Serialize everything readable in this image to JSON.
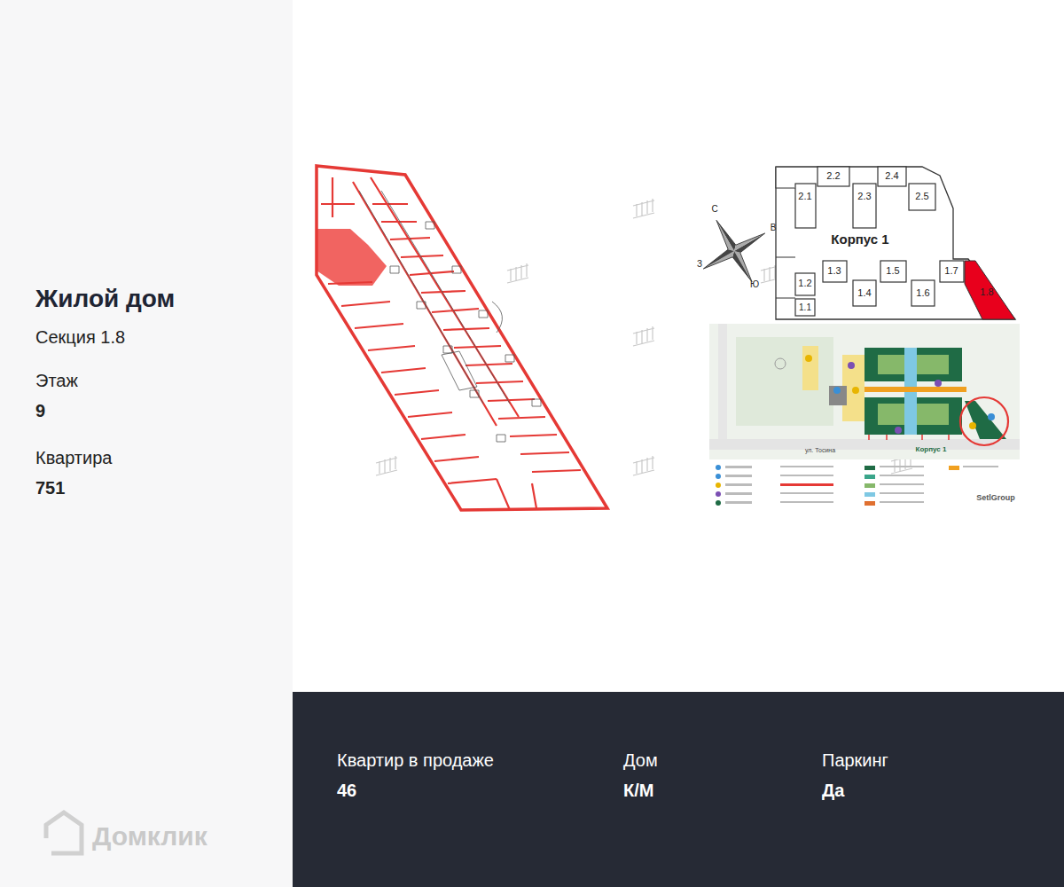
{
  "diagram": {
    "title": "Жилой дом",
    "labels": [
      "Секция 1.8",
      "Этаж",
      "9",
      "Квартира",
      "751",
      "Квартир в продаже",
      "46",
      "Дом",
      "К/М",
      "Паркинг",
      "Да",
      "Домклик",
      "2.2",
      "2.4",
      "2.1",
      "2.3",
      "2.5",
      "Корпус 1",
      "С",
      "В",
      "З",
      "Ю",
      "1.3",
      "1.5",
      "1.7",
      "1.2",
      "1.4",
      "1.6",
      "1.8",
      "1.1",
      "Корпус 1",
      "ул. Тосина",
      "SetlGroup"
    ]
  }
}
